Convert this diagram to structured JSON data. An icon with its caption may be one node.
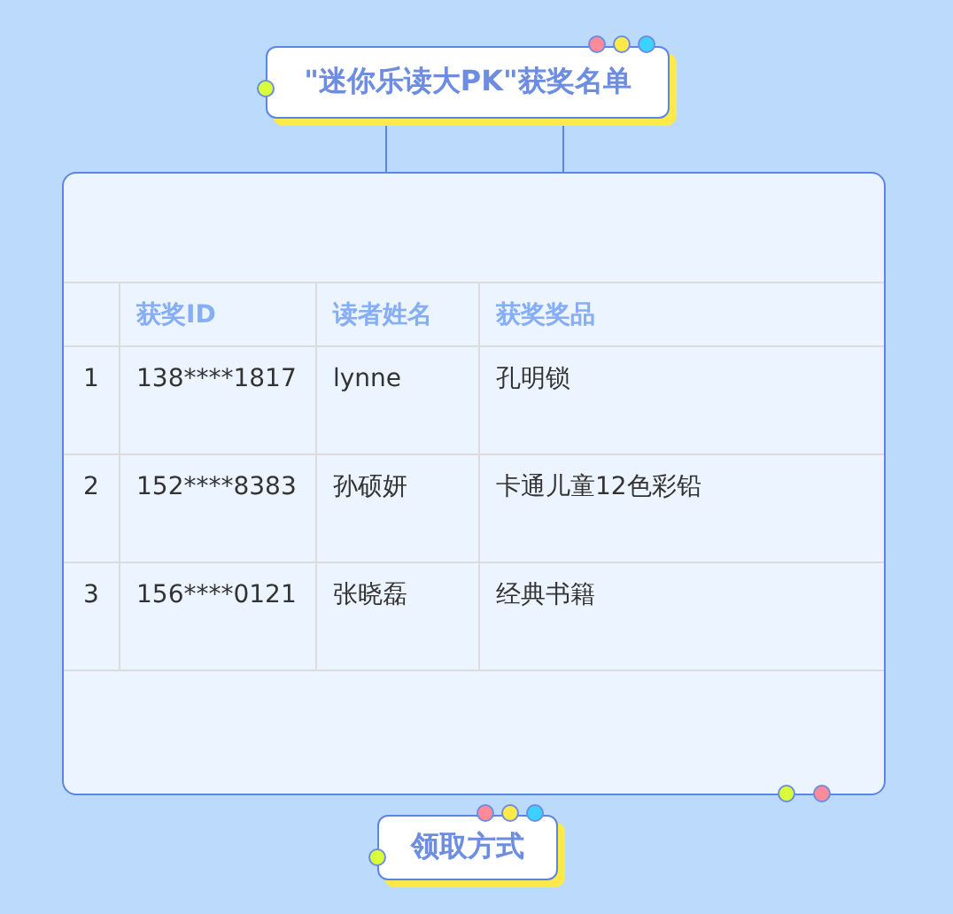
{
  "diagram": {
    "nodes": [
      {
        "text": [
          "\"迷你乐读大PK\"获奖名单"
        ]
      },
      {
        "text": [],
        "shape": "box"
      },
      {
        "text": [
          "领取方式"
        ]
      }
    ],
    "edges": [
      {
        "from": 0,
        "to": 1,
        "arrow": "none"
      },
      {
        "from": 0,
        "to": 1,
        "arrow": "none"
      }
    ],
    "labels": [
      "获奖ID",
      "读者姓名",
      "获奖奖品",
      "1",
      "138****1817",
      "lynne",
      "孔明锁",
      "2",
      "152****8383",
      "孙硕妍",
      "卡通儿童12色彩铅",
      "3",
      "156****0121",
      "张晓磊",
      "经典书籍"
    ]
  }
}
